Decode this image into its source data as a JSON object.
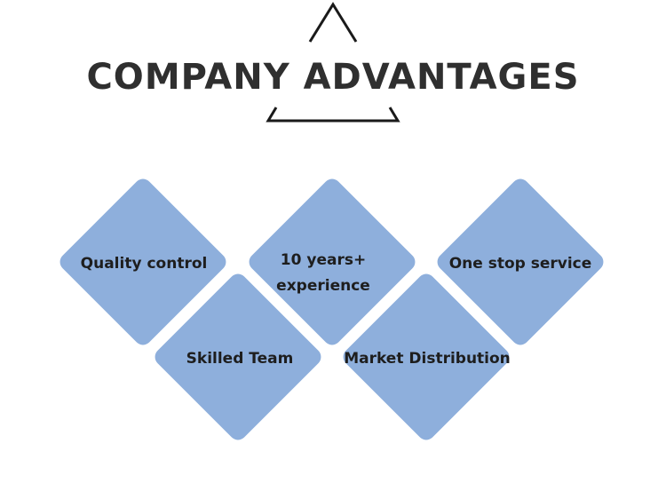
{
  "title": "COMPANY ADVANTAGES",
  "colors": {
    "diamond_fill": "#8eafdc",
    "title_text": "#2f2f2f",
    "label_text": "#1e1e1e",
    "triangle_stroke": "#1a1a1a"
  },
  "advantages": [
    {
      "label": "Quality control"
    },
    {
      "label": "10 years+",
      "label_line2": "experience"
    },
    {
      "label": "One stop service"
    },
    {
      "label": "Skilled Team"
    },
    {
      "label": "Market Distribution"
    }
  ]
}
